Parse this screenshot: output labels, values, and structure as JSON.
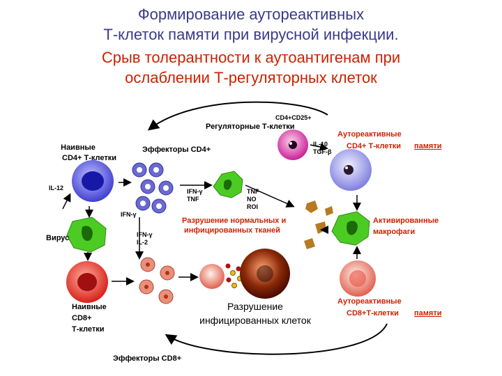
{
  "title": {
    "line1": "Формирование аутореактивных",
    "line2": "Т-клеток памяти при вирусной инфекции.",
    "line3": "Срыв толерантности к аутоантигенам при",
    "line4": "ослаблении Т-регуляторных клеток"
  },
  "colors": {
    "title_main": "#3a3a8a",
    "title_accent": "#cc2200",
    "label_red": "#cc2200",
    "cd4_cell": "#3a3ad8",
    "cd8_cell": "#e02a22",
    "macrophage": "#4ccc22",
    "treg_cell": "#cc22aa",
    "effector_cd4": "#6a6ad0",
    "effector_cd8": "#e8907a",
    "target_cell": "#6a1a08"
  },
  "labels": {
    "naive_cd4_1": "Наивные",
    "naive_cd4_2": "CD4+ Т-клетки",
    "effectors_cd4": "Эффекторы CD4+",
    "treg_markers": "CD4+CD25+",
    "treg": "Регуляторные Т-клетки",
    "il10": "IL-10",
    "tgfb": "TGF-β",
    "autoreactive_cd4_1": "Аутореактивные",
    "autoreactive_cd4_2": "CD4+ Т-клетки",
    "memory": "памяти",
    "il12": "IL-12",
    "ifng": "IFN-γ",
    "tnf": "TNF",
    "no": "NO",
    "roi": "ROI",
    "destruction_tissue_1": "Разрушение нормальных и",
    "destruction_tissue_2": "инфицированных тканей",
    "activated_macro_1": "Активированные",
    "activated_macro_2": "макрофаги",
    "virus": "Вирус",
    "il2": "IL-2",
    "destruction_infected_1": "Разрушение",
    "destruction_infected_2": "инфицированных клеток",
    "naive_cd8_1": "Наивные",
    "naive_cd8_2": "CD8+",
    "naive_cd8_3": "Т-клетки",
    "autoreactive_cd8_1": "Аутореактивные",
    "autoreactive_cd8_2": "CD8+Т-клетки",
    "effectors_cd8": "Эффекторы CD8+"
  }
}
